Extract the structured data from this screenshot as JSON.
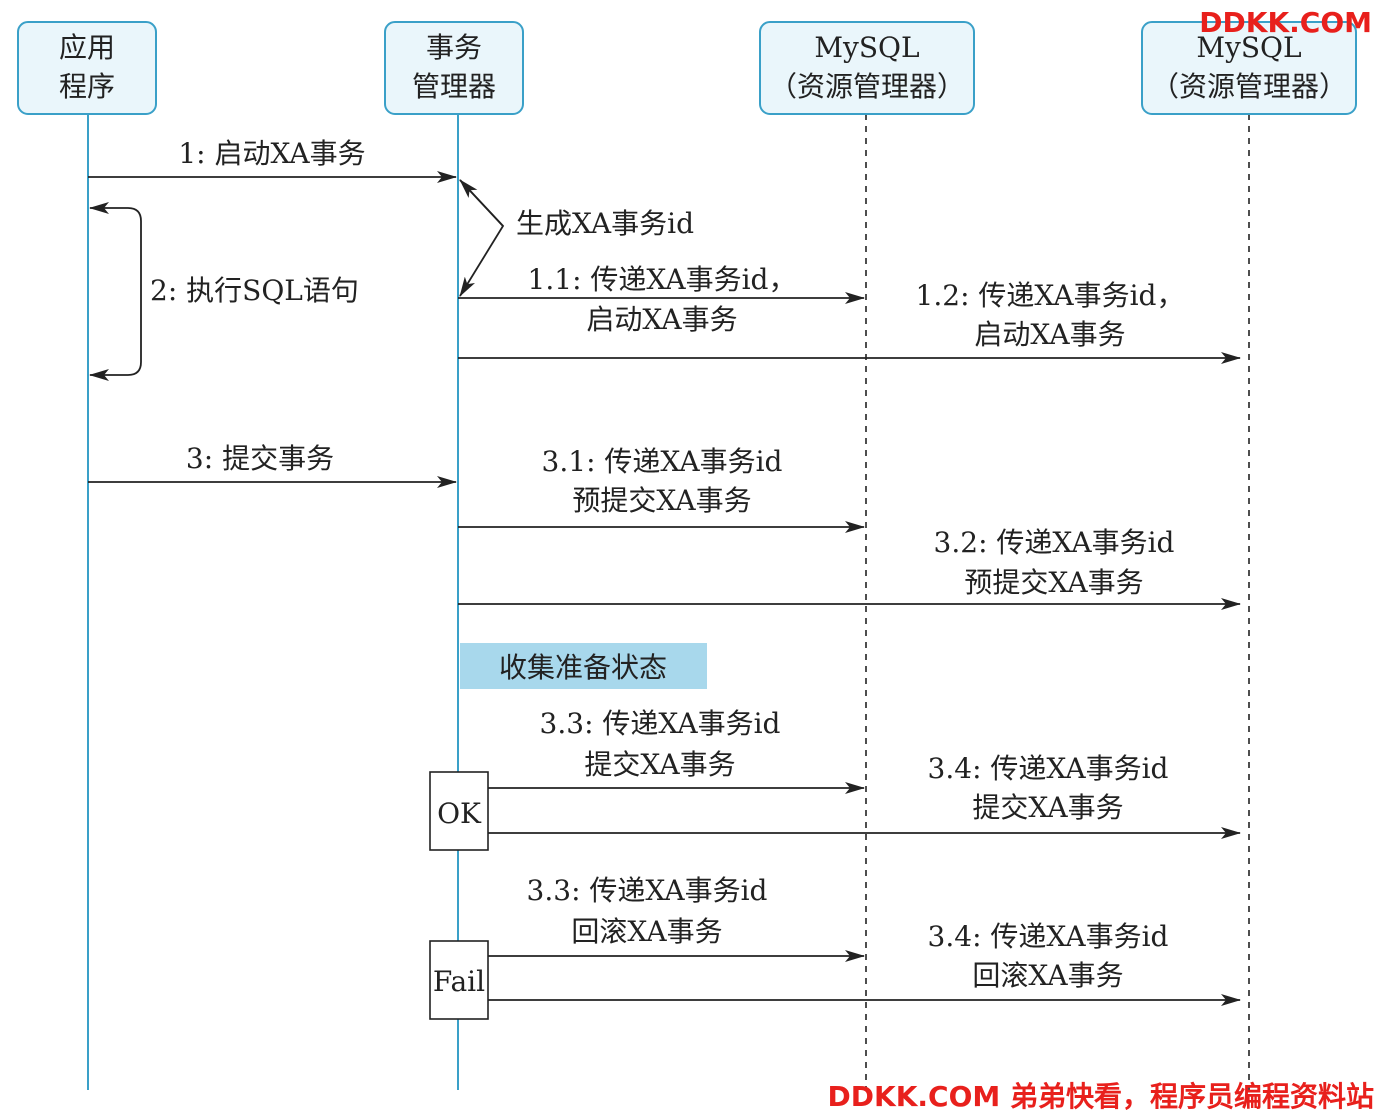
{
  "watermark": {
    "top": "DDKK.COM",
    "bottom": "DDKK.COM 弟弟快看，程序员编程资料站"
  },
  "participants": [
    {
      "id": "app",
      "lines": [
        "应用",
        "程序"
      ]
    },
    {
      "id": "tm",
      "lines": [
        "事务",
        "管理器"
      ]
    },
    {
      "id": "rm1",
      "lines": [
        "MySQL",
        "（资源管理器）"
      ]
    },
    {
      "id": "rm2",
      "lines": [
        "MySQL",
        "（资源管理器）"
      ]
    }
  ],
  "messages": {
    "m1": [
      "1: 启动XA事务"
    ],
    "self_gen": [
      "生成XA事务id"
    ],
    "m2": [
      "2: 执行SQL语句"
    ],
    "m1_1": [
      "1.1: 传递XA事务id，",
      "启动XA事务"
    ],
    "m1_2": [
      "1.2: 传递XA事务id，",
      "启动XA事务"
    ],
    "m3": [
      "3: 提交事务"
    ],
    "m3_1": [
      "3.1: 传递XA事务id",
      "预提交XA事务"
    ],
    "m3_2": [
      "3.2: 传递XA事务id",
      "预提交XA事务"
    ],
    "note": "收集准备状态",
    "ok_3_3": [
      "3.3: 传递XA事务id",
      "提交XA事务"
    ],
    "ok_3_4": [
      "3.4: 传递XA事务id",
      "提交XA事务"
    ],
    "fail_3_3": [
      "3.3: 传递XA事务id",
      "回滚XA事务"
    ],
    "fail_3_4": [
      "3.4: 传递XA事务id",
      "回滚XA事务"
    ]
  },
  "branches": {
    "ok": "OK",
    "fail": "Fail"
  }
}
